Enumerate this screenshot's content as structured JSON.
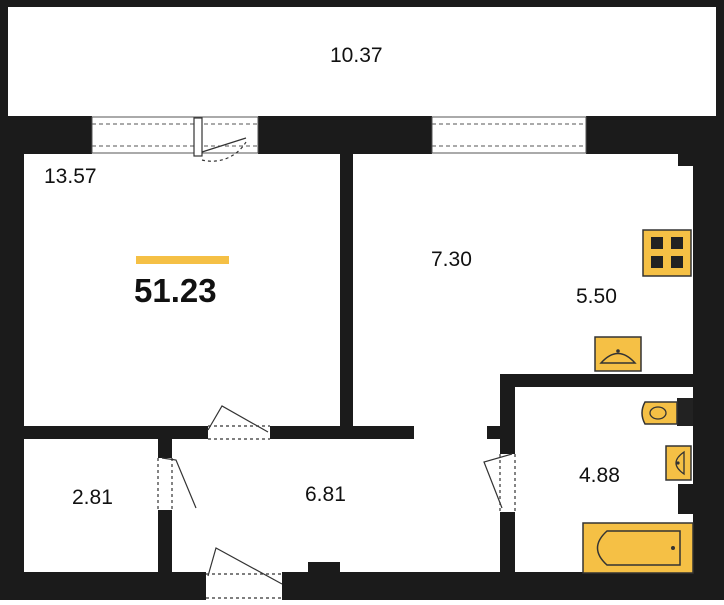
{
  "plan": {
    "total_area": "51.23",
    "rooms": {
      "balcony": "10.37",
      "room": "13.57",
      "living": "7.30",
      "kitchen": "5.50",
      "storage": "2.81",
      "hall": "6.81",
      "bathroom": "4.88"
    },
    "colors": {
      "wall": "#1b1b1b",
      "fixture": "#f5c045",
      "accent": "#f5c045",
      "floor": "#ffffff"
    },
    "icons": [
      "stove-icon",
      "sink-icon",
      "toilet-icon",
      "bathtub-icon",
      "door-icon",
      "window-icon"
    ]
  }
}
